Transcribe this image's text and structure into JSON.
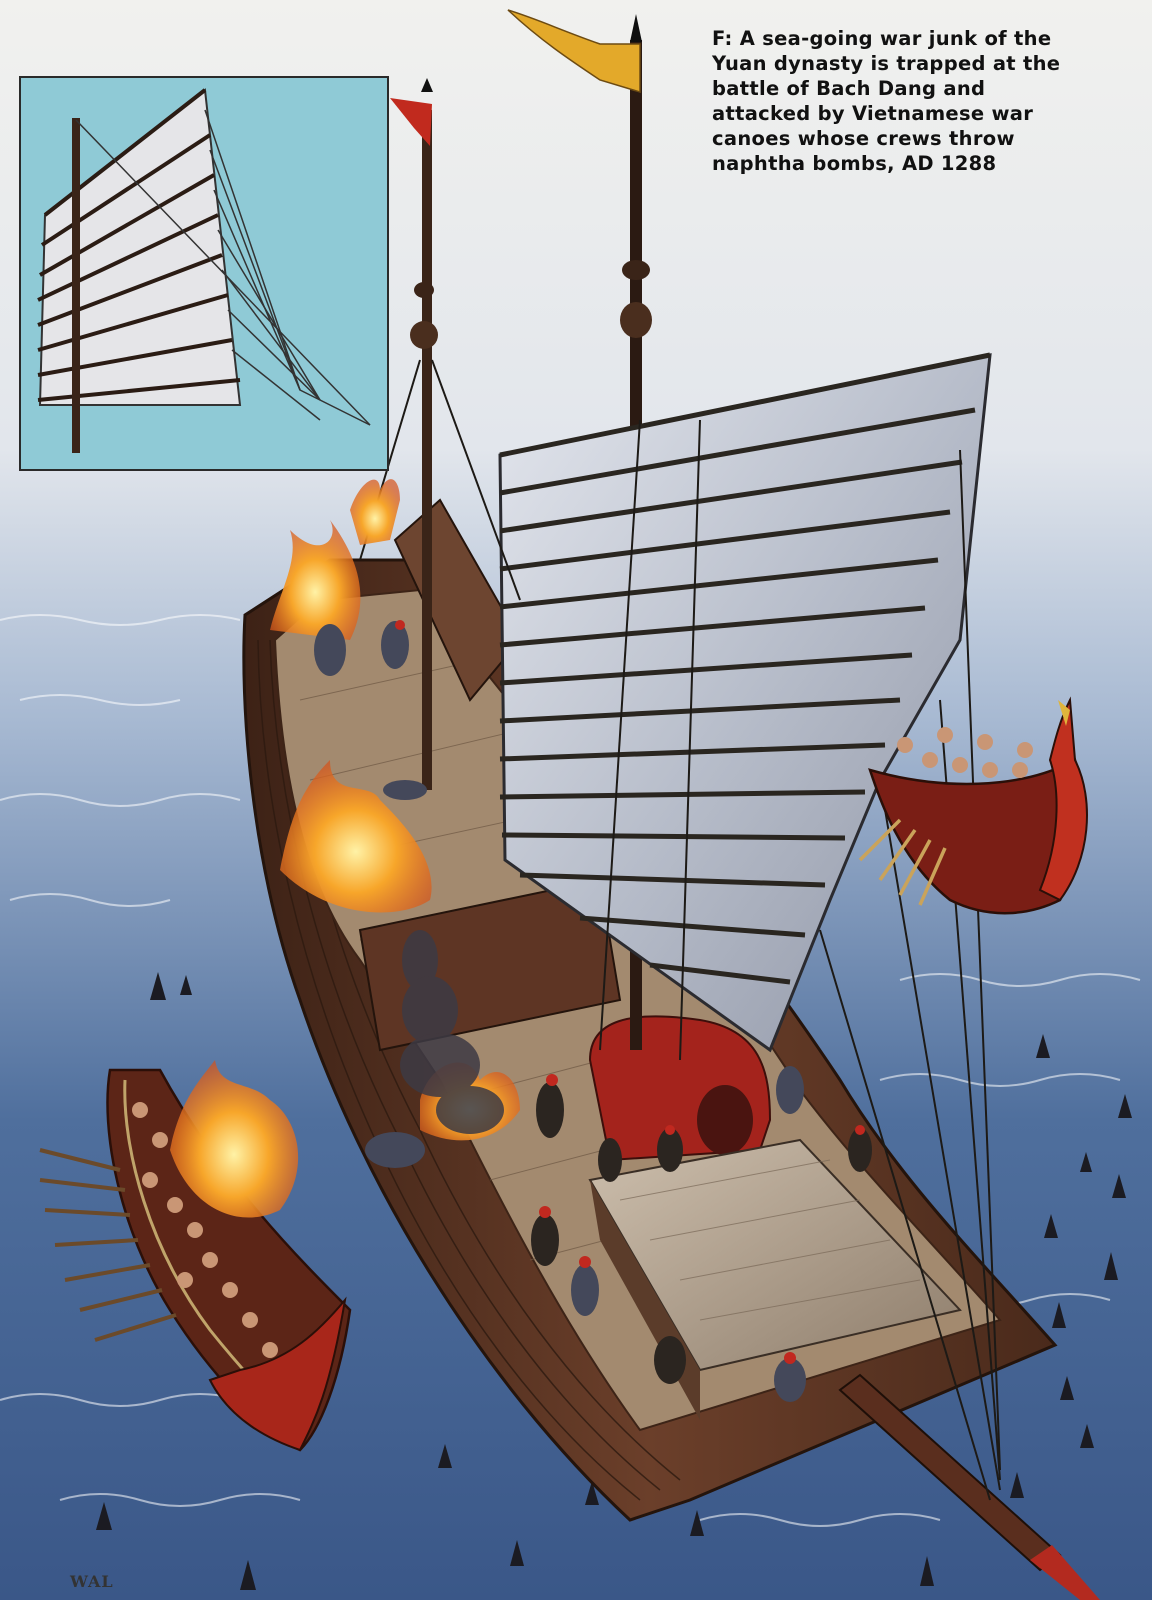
{
  "caption": {
    "lines": [
      "F: A sea-going war junk of the",
      "Yuan dynasty is trapped at the",
      "battle of Bach Dang and",
      "attacked by Vietnamese war",
      "canoes whose crews throw",
      "naphtha bombs, AD 1288"
    ]
  },
  "signature": "WAL",
  "colors": {
    "sea_light": "#dbe3ec",
    "sea_deep": "#3e5f8e",
    "hull": "#5a3422",
    "deck": "#9e8469",
    "sail": "#cfd3dc",
    "fire": "#f28a1c",
    "canoe_red": "#a8261a",
    "inset_sky": "#8fcad6"
  }
}
